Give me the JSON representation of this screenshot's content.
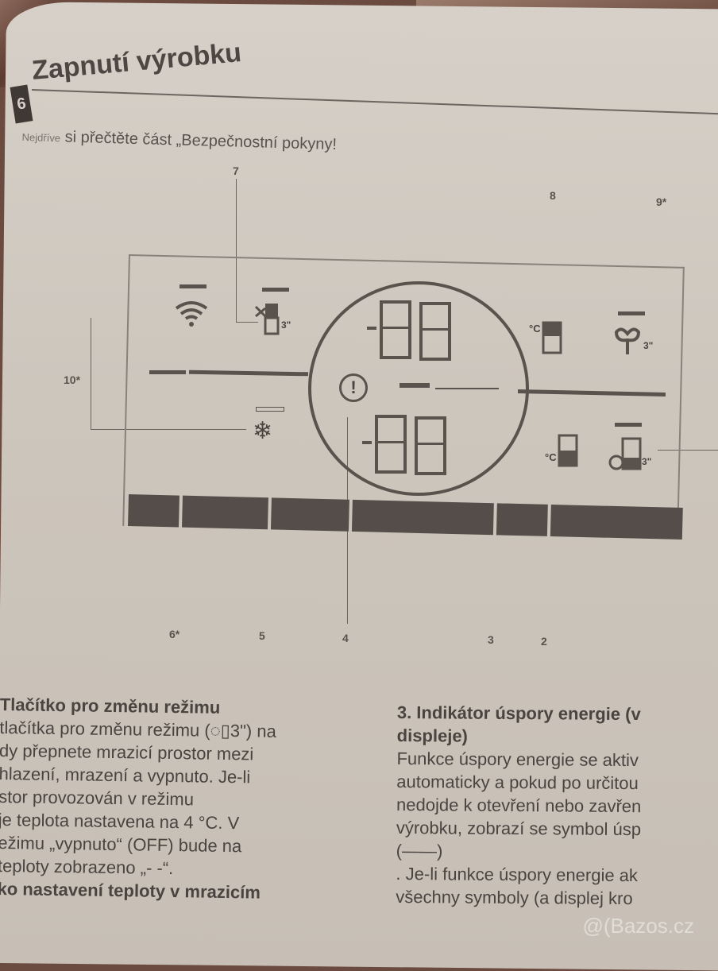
{
  "header": {
    "section_number": "6",
    "title": "Zapnutí výrobku",
    "subtitle_small": "Nejdříve",
    "subtitle": "si přečtěte část „Bezpečnostní pokyny!"
  },
  "diagram": {
    "callouts": {
      "c7": "7",
      "c8": "8",
      "c9": "9*",
      "c10": "10*",
      "c6": "6*",
      "c5": "5",
      "c4": "4",
      "c3": "3",
      "c2": "2"
    },
    "icons": {
      "wifi": "wifi-icon",
      "vacation": "vacation-mode-icon",
      "vacation_suffix": "3\"",
      "fridge_temp": "fridge-temperature-icon",
      "fridge_temp_label": "°C",
      "eco": "eco-fuzzy-icon",
      "eco_suffix": "3\"",
      "quick_freeze": "quick-freeze-icon",
      "alarm": "alarm-warning-icon",
      "alarm_glyph": "!",
      "freezer_temp": "freezer-temperature-icon",
      "freezer_temp_label": "°C",
      "mode": "mode-change-icon",
      "mode_suffix": "3\""
    },
    "displays": {
      "top_value": "-88",
      "bottom_value": "-88"
    }
  },
  "left_column": {
    "heading": "Tlačítko pro změnu režimu",
    "lines": [
      "tlačítka pro změnu režimu (◌▯3\") na",
      "dy přepnete mrazicí prostor mezi",
      "hlazení, mrazení a vypnuto. Je-li",
      "stor provozován v režimu",
      "je teplota nastavena na 4 °C. V",
      "ežimu „vypnuto“ (OFF) bude na",
      "teploty zobrazeno „- -“."
    ],
    "footer_heading": "ko nastavení teploty v mrazicím"
  },
  "right_column": {
    "heading_line1": "3. Indikátor úspory energie (v",
    "heading_line2": "displeje)",
    "lines": [
      "Funkce úspory energie se aktiv",
      "automaticky a pokud po určitou",
      "nedojde k otevření nebo zavřen",
      "výrobku, zobrazí se symbol úsp",
      "(——)",
      ". Je-li funkce úspory energie ak",
      "všechny symboly (a displej kro"
    ]
  },
  "watermark": "@(Bazos.cz"
}
